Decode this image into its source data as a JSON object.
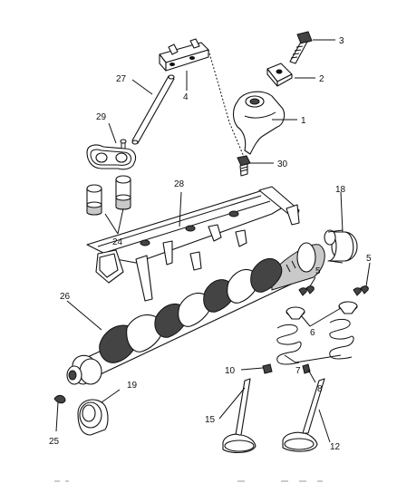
{
  "callouts": [
    {
      "id": "c1",
      "label": "1"
    },
    {
      "id": "c2",
      "label": "2"
    },
    {
      "id": "c3",
      "label": "3"
    },
    {
      "id": "c4",
      "label": "4"
    },
    {
      "id": "c5a",
      "label": "5"
    },
    {
      "id": "c5b",
      "label": "5"
    },
    {
      "id": "c6",
      "label": "6"
    },
    {
      "id": "c7",
      "label": "7"
    },
    {
      "id": "c8",
      "label": "8"
    },
    {
      "id": "c10",
      "label": "10"
    },
    {
      "id": "c12",
      "label": "12"
    },
    {
      "id": "c15",
      "label": "15"
    },
    {
      "id": "c18",
      "label": "18"
    },
    {
      "id": "c19",
      "label": "19"
    },
    {
      "id": "c24",
      "label": "24"
    },
    {
      "id": "c25",
      "label": "25"
    },
    {
      "id": "c26",
      "label": "26"
    },
    {
      "id": "c27",
      "label": "27"
    },
    {
      "id": "c28",
      "label": "28"
    },
    {
      "id": "c29",
      "label": "29"
    },
    {
      "id": "c30",
      "label": "30"
    }
  ]
}
